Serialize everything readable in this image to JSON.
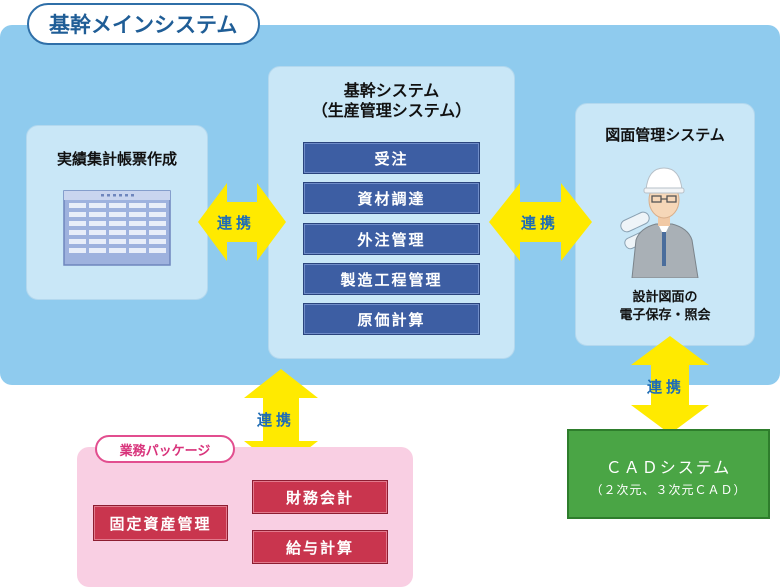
{
  "main": {
    "title": "基幹メインシステム"
  },
  "left_card": {
    "title": "実績集計帳票作成"
  },
  "center_card": {
    "title_line1": "基幹システム",
    "title_line2": "（生産管理システム）",
    "items": [
      "受注",
      "資材調達",
      "外注管理",
      "製造工程管理",
      "原価計算"
    ]
  },
  "right_card": {
    "title": "図面管理システム",
    "caption_line1": "設計図面の",
    "caption_line2": "電子保存・照会"
  },
  "links": {
    "left": "連携",
    "right": "連携",
    "bottom": "連携",
    "cad": "連携"
  },
  "package": {
    "title": "業務パッケージ",
    "items": [
      "固定資産管理",
      "財務会計",
      "給与計算"
    ]
  },
  "cad": {
    "title": "ＣＡＤシステム",
    "subtitle": "（２次元、３次元ＣＡＤ）"
  },
  "colors": {
    "main_panel": "#8fcbee",
    "card": "#c9e7f7",
    "blue_item": "#3d5ea3",
    "arrow": "#ffea00",
    "package_panel": "#f9cfe3",
    "red_item": "#c9354e",
    "cad": "#4aa545"
  },
  "icons": [
    "spreadsheet-icon",
    "engineer-icon"
  ]
}
